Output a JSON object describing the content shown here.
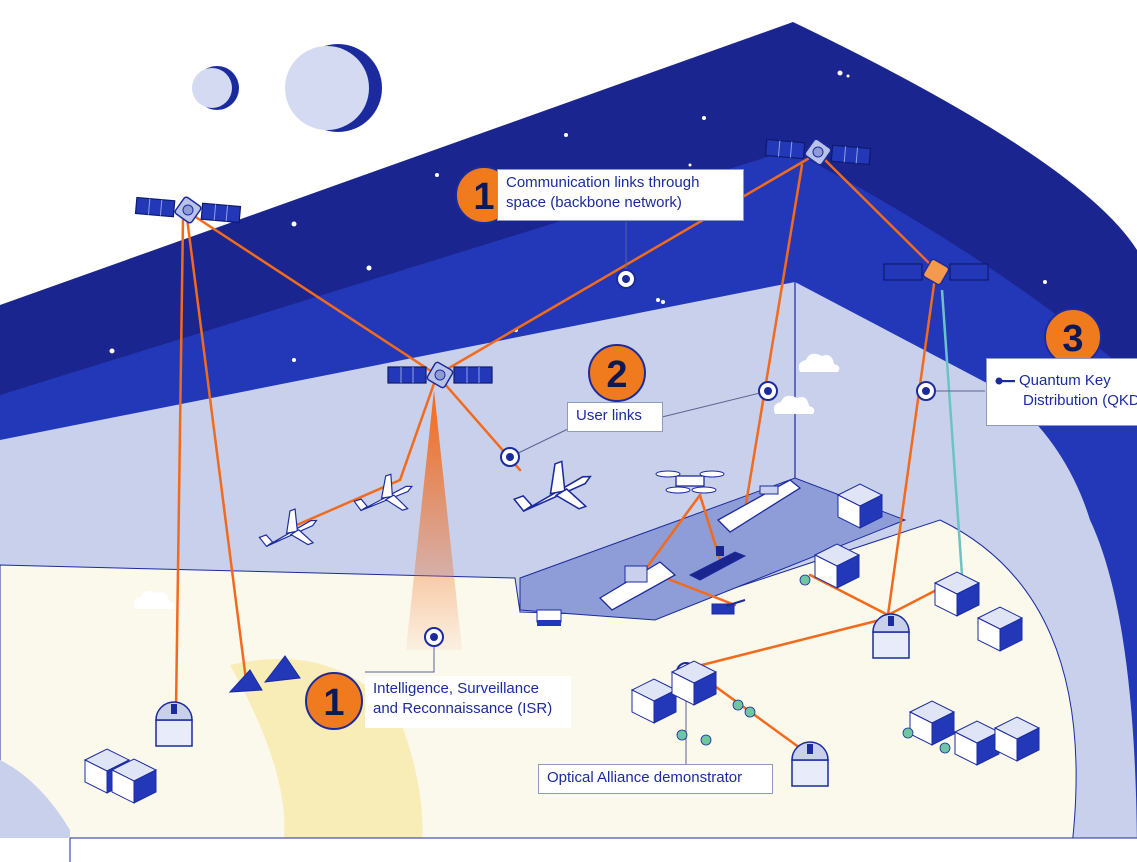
{
  "callouts": {
    "backbone": {
      "number": "1",
      "line1": "Communication links through",
      "line2": "space (backbone network)"
    },
    "user_links": {
      "number": "2",
      "label": "User links"
    },
    "qkd": {
      "number": "3",
      "line1": "Quantum Key",
      "line2": "Distribution (QKD"
    },
    "isr": {
      "number": "1",
      "line1": "Intelligence, Surveillance",
      "line2": "and Reconnaissance (ISR)"
    },
    "demonstrator": {
      "label": "Optical Alliance demonstrator"
    }
  },
  "colors": {
    "space_dark": "#1a2590",
    "space_mid": "#2338b8",
    "sky": "#c9d0ec",
    "ground": "#fbf8ec",
    "laser": "#f26a1b",
    "qkd_link": "#6cc3c6",
    "badge": "#f07b1f",
    "text": "#1b2b9e"
  },
  "icons": [
    "satellite-icon",
    "moon-icon",
    "airplane-icon",
    "drone-icon",
    "ship-icon",
    "submarine-icon",
    "tank-icon",
    "ground-station-dome-icon",
    "building-icon",
    "tent-icon",
    "key-icon",
    "cloud-icon",
    "tree-icon"
  ]
}
